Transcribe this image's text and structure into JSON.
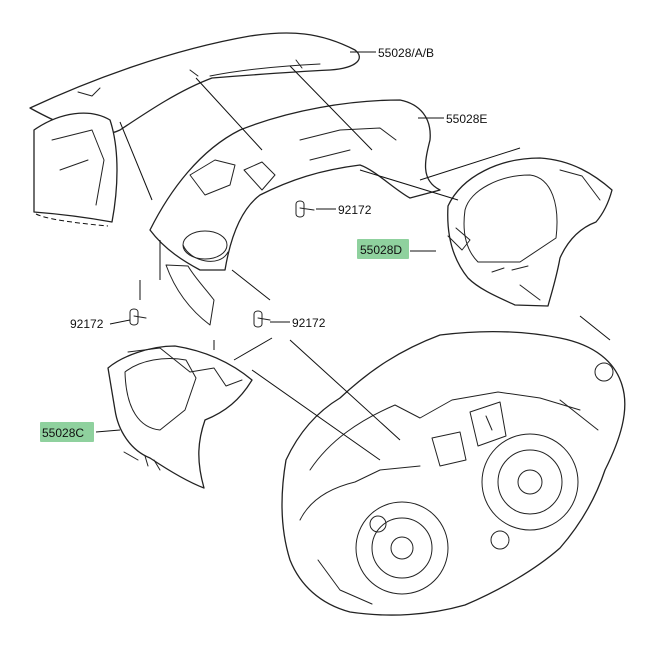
{
  "labels": {
    "p_55028ab": "55028/A/B",
    "p_55028e": "55028E",
    "p_55028d": "55028D",
    "p_55028c": "55028C",
    "p_92172_a": "92172",
    "p_92172_b": "92172",
    "p_92172_c": "92172"
  },
  "colors": {
    "highlight": "#8fd19e",
    "line": "#222222"
  }
}
